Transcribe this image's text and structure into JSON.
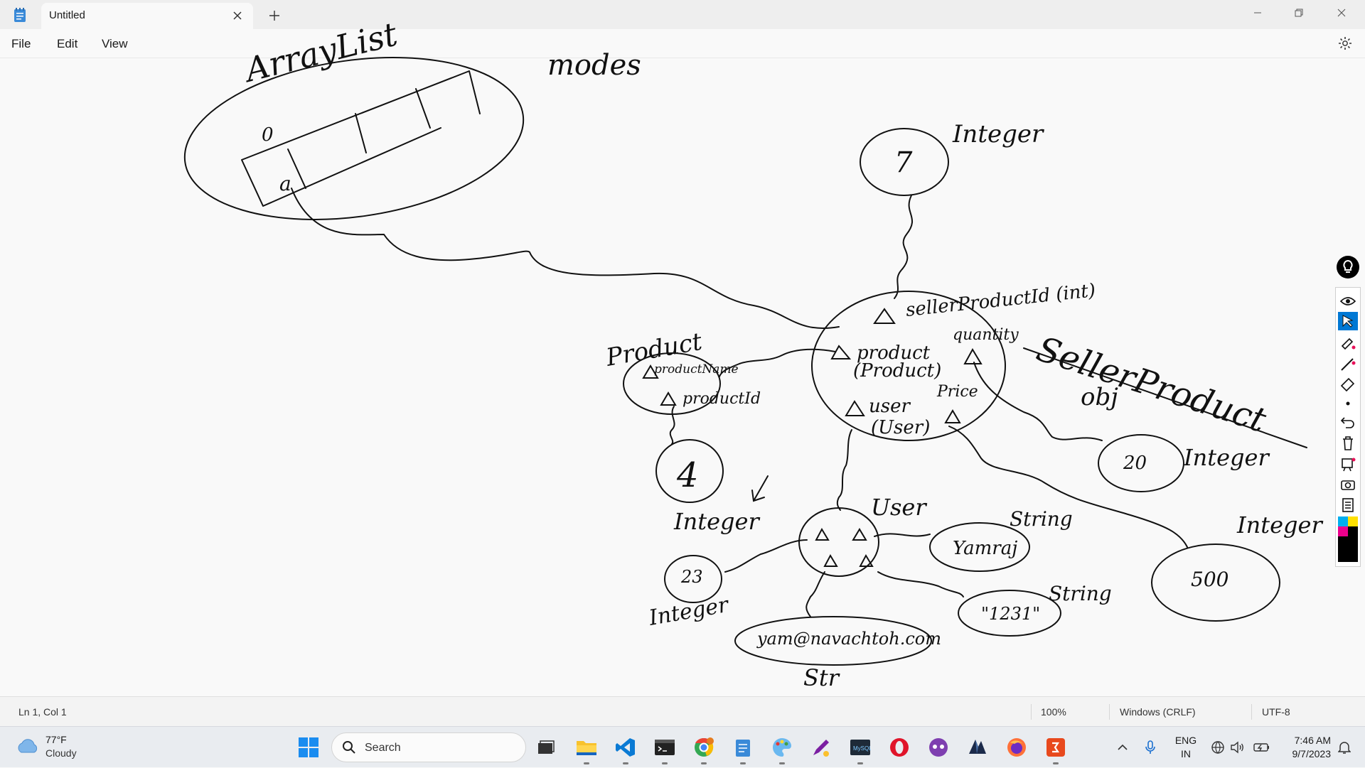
{
  "window": {
    "tab_title": "Untitled",
    "new_tab_symbol": "+"
  },
  "menu": {
    "items": [
      "File",
      "Edit",
      "View"
    ]
  },
  "drawing": {
    "labels": {
      "arraylist": "ArrayList",
      "arraylist_index": "0",
      "arraylist_slot": "a",
      "models": "modes",
      "integer_7_value": "7",
      "integer_7_type": "Integer",
      "seller_product_id_field": "sellerProductId (int)",
      "quantity_field": "quantity",
      "seller_product_title": "SellerProduct",
      "seller_product_obj": "obj",
      "product_field": "product",
      "product_field_type": "(Product)",
      "price_field": "Price",
      "user_field": "user",
      "user_field_type": "(User)",
      "product_title": "Product",
      "product_name_field": "productName",
      "product_id_field": "productId",
      "integer_4_value": "4",
      "integer_4_type": "Integer",
      "integer_20_value": "20",
      "integer_20_type": "Integer",
      "integer_500_value": "500",
      "integer_500_type": "Integer",
      "user_title": "User",
      "string_name_value": "Yamraj",
      "string_name_type": "String",
      "string_pwd_value": "\"1231\"",
      "string_pwd_type": "String",
      "integer_23_value": "23",
      "integer_23_type": "Integer",
      "email_value": "yam@navachtoh.com",
      "email_type": "Str"
    }
  },
  "status": {
    "position": "Ln 1, Col 1",
    "zoom": "100%",
    "line_ending": "Windows (CRLF)",
    "encoding": "UTF-8"
  },
  "taskbar": {
    "weather_temp": "77°F",
    "weather_desc": "Cloudy",
    "search_placeholder": "Search",
    "apps": [
      "task-view",
      "file-explorer",
      "vs-code",
      "terminal",
      "chrome",
      "notepad",
      "paint",
      "ink-tool",
      "mysql-workbench",
      "opera",
      "discord-like",
      "intellij",
      "firefox",
      "recorder"
    ],
    "language_line1": "ENG",
    "language_line2": "IN",
    "time": "7:46 AM",
    "date": "9/7/2023"
  },
  "colors": {
    "ink": "#111111",
    "accent_blue": "#0078d4",
    "titlebar_bg": "#eeeeee",
    "canvas_bg": "#f9f9f9",
    "taskbar_bg": "#e9ecf0"
  }
}
